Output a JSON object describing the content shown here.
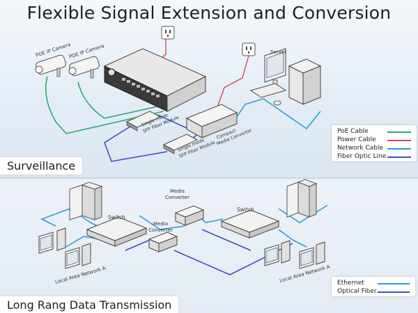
{
  "title": "Flexible Signal Extension and Conversion",
  "sections": {
    "top": "Surveillance",
    "bottom": "Long Rang Data Transmission"
  },
  "top_labels": {
    "poe_camera_1": "POE IP Camera",
    "poe_camera_2": "POE IP Camera",
    "server": "Server",
    "sfp_1_line1": "Single mode",
    "sfp_1_line2": "SFP Fiber Module",
    "sfp_2_line1": "Single mode",
    "sfp_2_line2": "SFP Fiber Module",
    "converter_line1": "Compact",
    "converter_line2": "Media Converter"
  },
  "bottom_labels": {
    "switch_left": "Switch",
    "switch_right": "Switch",
    "media_converter_1_line1": "Media",
    "media_converter_1_line2": "Converter",
    "media_converter_2_line1": "Media",
    "media_converter_2_line2": "Converter",
    "lan_left": "Local Area Network A",
    "lan_right": "Local Area Network A"
  },
  "legend_top": [
    {
      "label": "PoE Cable",
      "color": "#2daa6a"
    },
    {
      "label": "Power Cable",
      "color": "#e0455a"
    },
    {
      "label": "Network Cable",
      "color": "#2a9fd6"
    },
    {
      "label": "Fiber Optic Line",
      "color": "#3a52b8"
    }
  ],
  "legend_bottom": [
    {
      "label": "Ethernet",
      "color": "#2a9fd6"
    },
    {
      "label": "Optical Fiber",
      "color": "#3a52b8"
    }
  ]
}
